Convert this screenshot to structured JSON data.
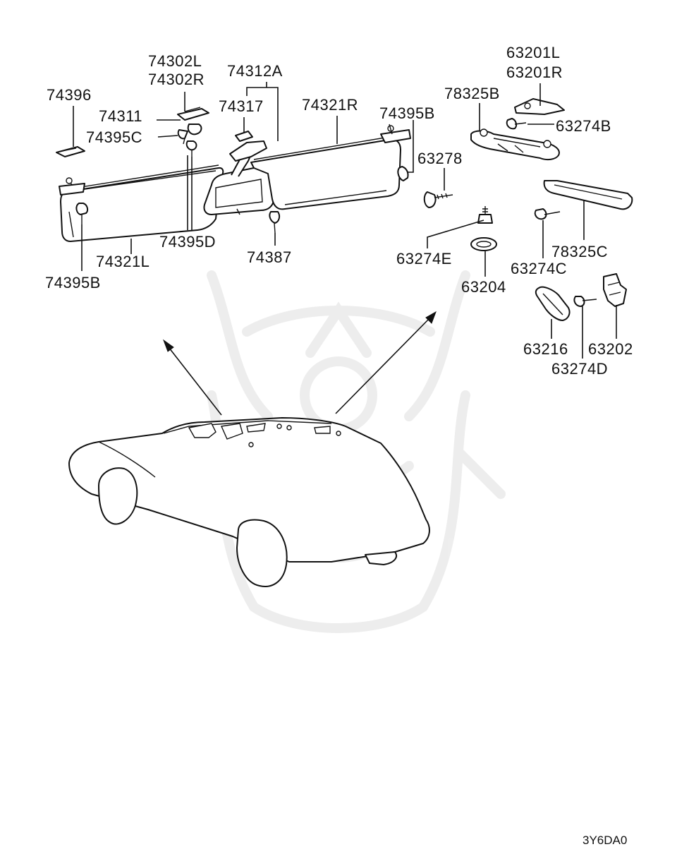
{
  "diagram": {
    "parts": [
      {
        "id": "p-74302L",
        "label": "74302L"
      },
      {
        "id": "p-74302R",
        "label": "74302R"
      },
      {
        "id": "p-74312A",
        "label": "74312A"
      },
      {
        "id": "p-74396",
        "label": "74396"
      },
      {
        "id": "p-74311",
        "label": "74311"
      },
      {
        "id": "p-74317",
        "label": "74317"
      },
      {
        "id": "p-74321R",
        "label": "74321R"
      },
      {
        "id": "p-74395C",
        "label": "74395C"
      },
      {
        "id": "p-74395B-right",
        "label": "74395B"
      },
      {
        "id": "p-63278",
        "label": "63278"
      },
      {
        "id": "p-74395D",
        "label": "74395D"
      },
      {
        "id": "p-74321L",
        "label": "74321L"
      },
      {
        "id": "p-74387",
        "label": "74387"
      },
      {
        "id": "p-74395B-left",
        "label": "74395B"
      },
      {
        "id": "p-63201L",
        "label": "63201L"
      },
      {
        "id": "p-63201R",
        "label": "63201R"
      },
      {
        "id": "p-78325B",
        "label": "78325B"
      },
      {
        "id": "p-63274B",
        "label": "63274B"
      },
      {
        "id": "p-63274E",
        "label": "63274E"
      },
      {
        "id": "p-63204",
        "label": "63204"
      },
      {
        "id": "p-78325C",
        "label": "78325C"
      },
      {
        "id": "p-63274C",
        "label": "63274C"
      },
      {
        "id": "p-63216",
        "label": "63216"
      },
      {
        "id": "p-63202",
        "label": "63202"
      },
      {
        "id": "p-63274D",
        "label": "63274D"
      }
    ],
    "diagram_code": "3Y6DA0"
  }
}
